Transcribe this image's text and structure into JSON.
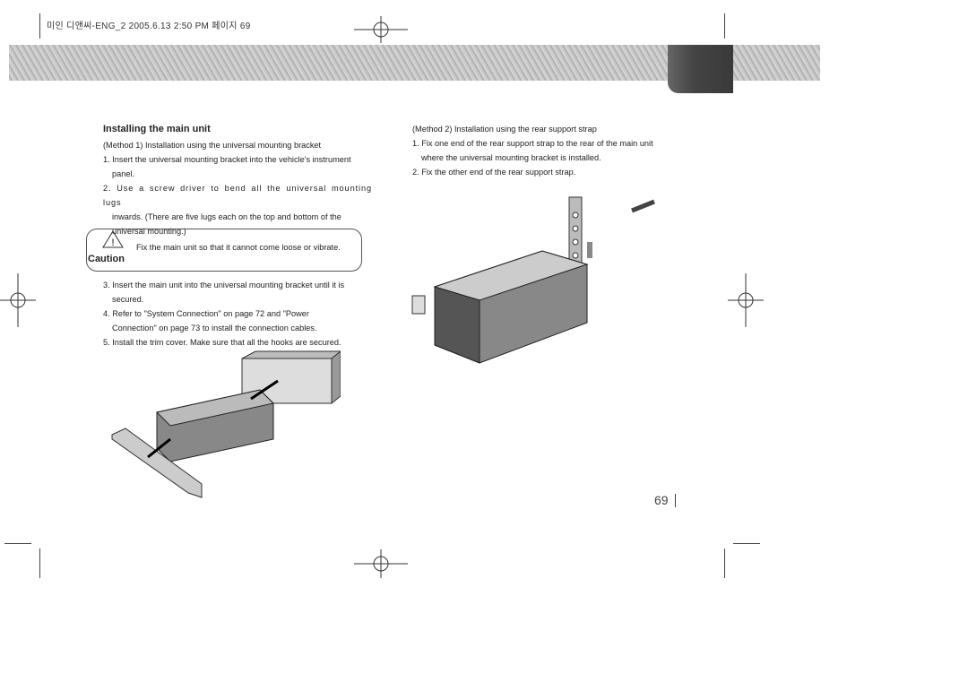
{
  "header": {
    "slug": "미인 디앤씨-ENG_2 2005.6.13 2:50 PM 페이지 69"
  },
  "left": {
    "title": "Installing the main unit",
    "method": "(Method 1) Installation using the universal mounting bracket",
    "steps_a": [
      {
        "line1": "1. Insert the universal mounting bracket into the vehicle's instrument",
        "line2": "panel."
      },
      {
        "line1": "2. Use a screw driver to bend all the universal mounting lugs",
        "line2": "inwards. (There are five lugs each on the top and bottom of the",
        "line3": "universal mounting.)"
      }
    ],
    "caution": {
      "label": "Caution",
      "text": "Fix the main unit so that it cannot come loose or vibrate."
    },
    "steps_b": [
      {
        "line1": "3. Insert the main unit into the universal mounting bracket until it is",
        "line2": "secured."
      },
      {
        "line1": "4. Refer to \"System Connection\" on page 72 and \"Power",
        "line2": "Connection\" on page 73 to install the connection cables."
      },
      {
        "line1": "5. Install the trim cover. Make sure that all the hooks are secured."
      }
    ]
  },
  "right": {
    "method": "(Method 2) Installation using the rear support strap",
    "steps": [
      {
        "line1": "1. Fix one end of the rear support strap to the rear of the main unit",
        "line2": "where the universal mounting bracket is installed."
      },
      {
        "line1": "2. Fix the other end of the rear support strap."
      }
    ]
  },
  "page_number": "69"
}
